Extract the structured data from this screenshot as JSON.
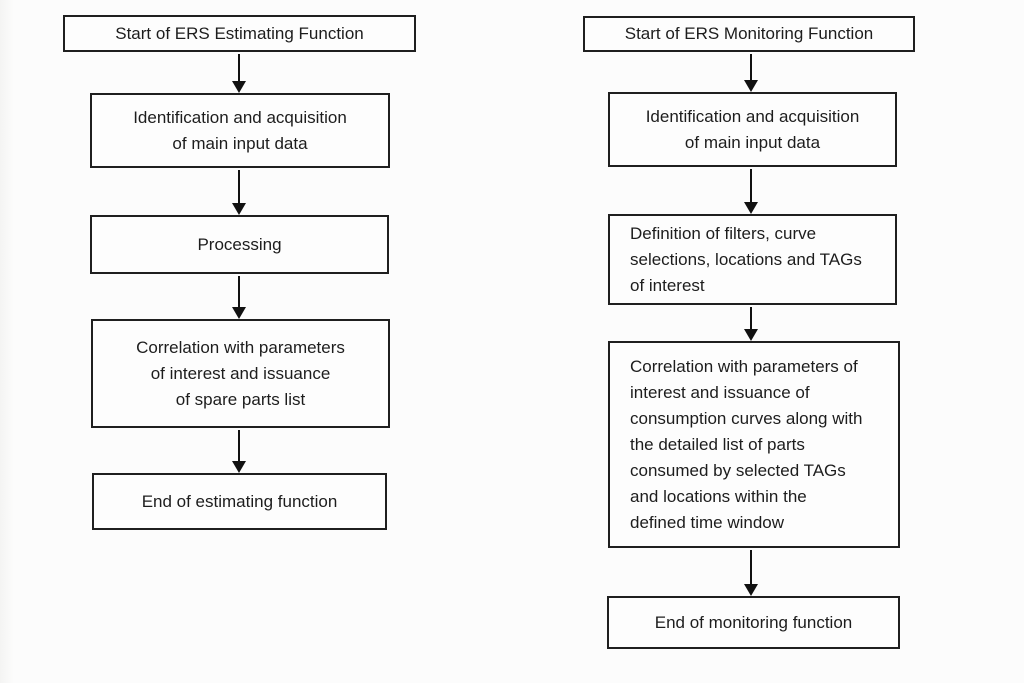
{
  "diagram": {
    "left_column": {
      "nodes": [
        {
          "text": "Start of ERS Estimating Function"
        },
        {
          "text": "Identification and acquisition\nof main input data"
        },
        {
          "text": "Processing"
        },
        {
          "text": "Correlation with parameters\nof interest and issuance\nof spare parts list"
        },
        {
          "text": "End of estimating function"
        }
      ]
    },
    "right_column": {
      "nodes": [
        {
          "text": "Start of ERS Monitoring Function"
        },
        {
          "text": "Identification and acquisition\nof main input data"
        },
        {
          "text": "Definition of filters, curve\nselections, locations and TAGs\nof interest"
        },
        {
          "text": "Correlation with parameters of\ninterest and issuance of\nconsumption curves along with\nthe detailed list of parts\nconsumed by selected TAGs\nand locations within the\ndefined time window"
        },
        {
          "text": "End of monitoring function"
        }
      ]
    },
    "colors": {
      "background": "#fcfcfc",
      "box_border": "#1f1f1f",
      "text": "#1d1d1d",
      "arrow": "#111111"
    }
  }
}
